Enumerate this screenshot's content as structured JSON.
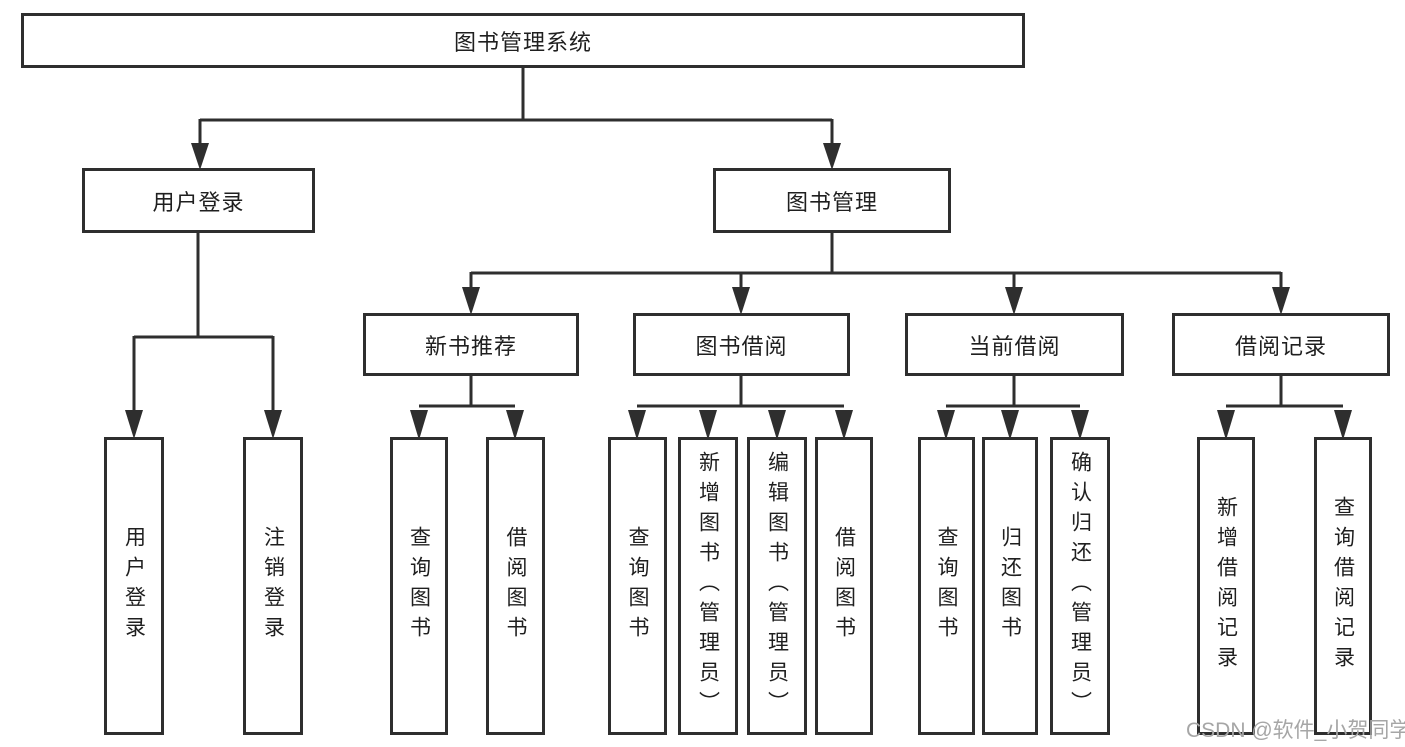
{
  "tree": {
    "root": "图书管理系统",
    "children": [
      {
        "label": "用户登录",
        "children": [
          {
            "label": "用户登录"
          },
          {
            "label": "注销登录"
          }
        ]
      },
      {
        "label": "图书管理",
        "children": [
          {
            "label": "新书推荐",
            "children": [
              {
                "label": "查询图书"
              },
              {
                "label": "借阅图书"
              }
            ]
          },
          {
            "label": "图书借阅",
            "children": [
              {
                "label": "查询图书"
              },
              {
                "label": "新增图书（管理员）"
              },
              {
                "label": "编辑图书（管理员）"
              },
              {
                "label": "借阅图书"
              }
            ]
          },
          {
            "label": "当前借阅",
            "children": [
              {
                "label": "查询图书"
              },
              {
                "label": "归还图书"
              },
              {
                "label": "确认归还（管理员）"
              }
            ]
          },
          {
            "label": "借阅记录",
            "children": [
              {
                "label": "新增借阅记录"
              },
              {
                "label": "查询借阅记录"
              }
            ]
          }
        ]
      }
    ]
  },
  "watermark": {
    "text": "CSDN @软件_小贺同学"
  },
  "colors": {
    "line": "#2e2e2e",
    "text": "#1f1f1f",
    "background": "#ffffff",
    "watermark": "#a6a6a6"
  }
}
